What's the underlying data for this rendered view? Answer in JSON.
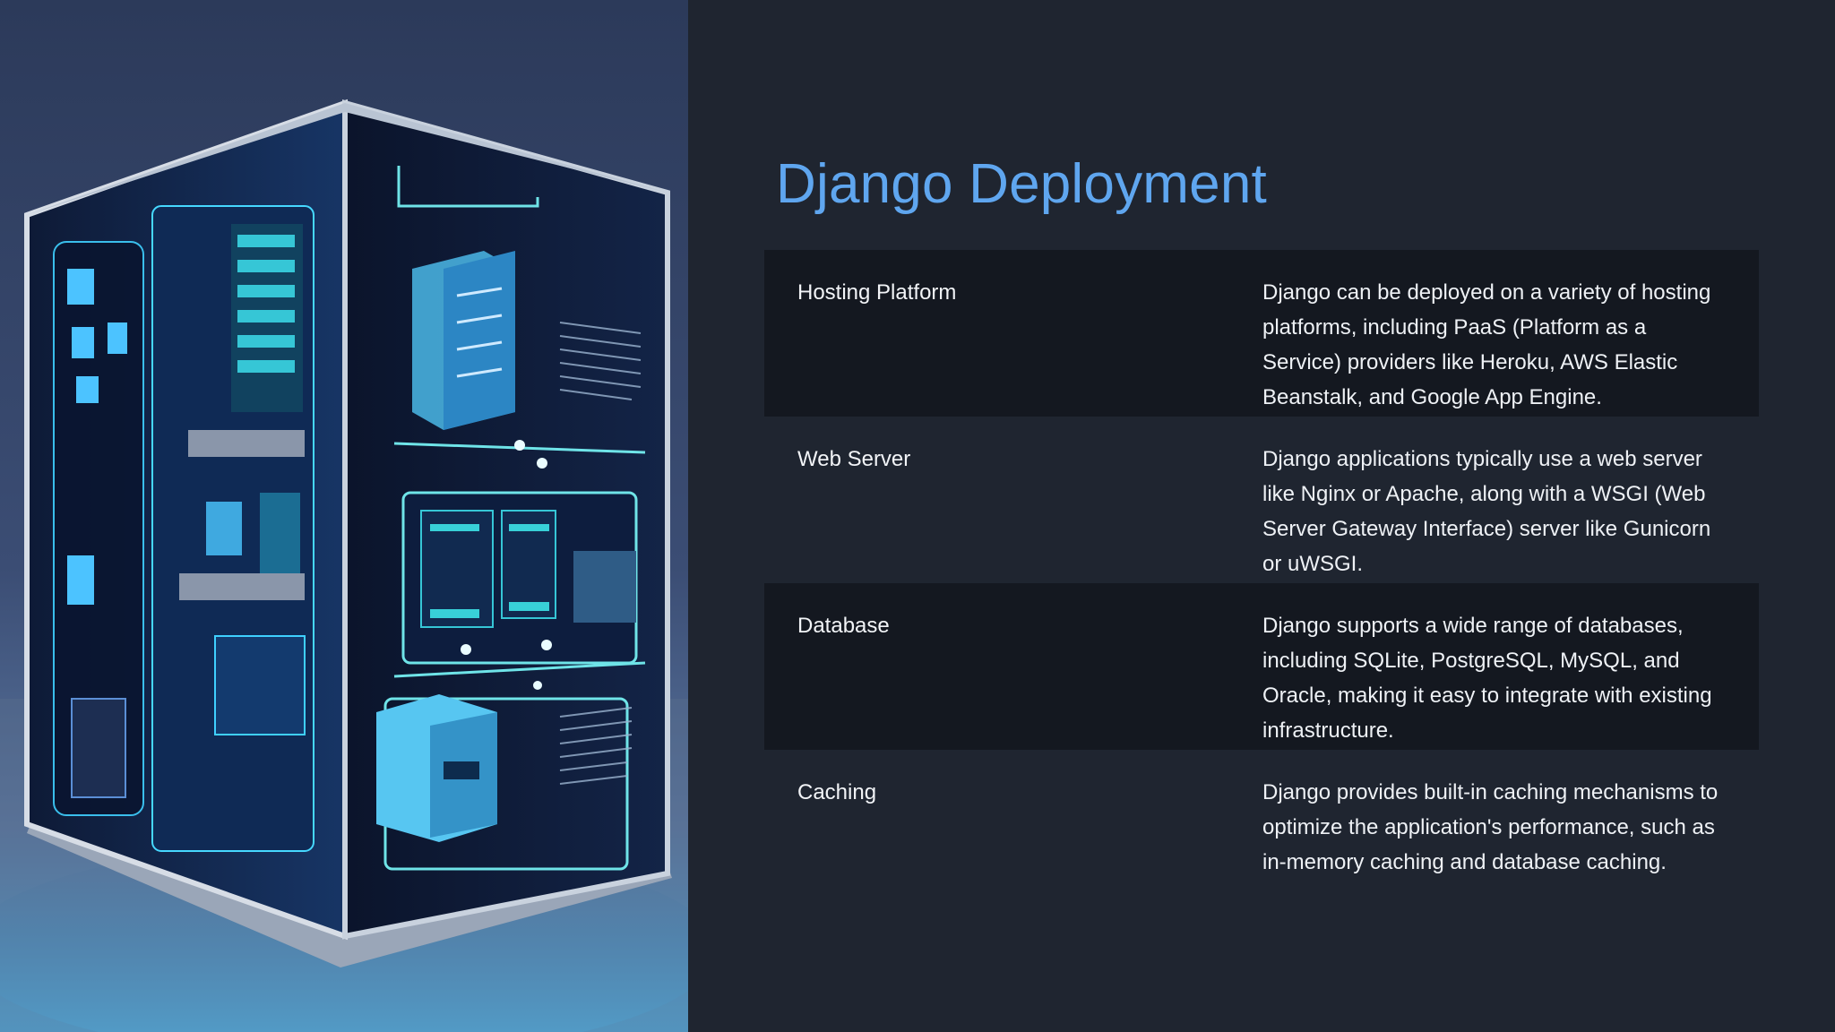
{
  "slide": {
    "title": "Django Deployment",
    "hero_image": "server-cabinet-illustration",
    "rows": [
      {
        "label": "Hosting Platform",
        "description": "Django can be deployed on a variety of hosting platforms, including PaaS (Platform as a Service) providers like Heroku, AWS Elastic Beanstalk, and Google App Engine."
      },
      {
        "label": "Web Server",
        "description": "Django applications typically use a web server like Nginx or Apache, along with a WSGI (Web Server Gateway Interface) server like Gunicorn or uWSGI."
      },
      {
        "label": "Database",
        "description": "Django supports a wide range of databases, including SQLite, PostgreSQL, MySQL, and Oracle, making it easy to integrate with existing infrastructure."
      },
      {
        "label": "Caching",
        "description": "Django provides built-in caching mechanisms to optimize the application's performance, such as in-memory caching and database caching."
      }
    ]
  },
  "colors": {
    "background": "#1f2530",
    "row_shade": "#141820",
    "title": "#5fa6ef",
    "text": "#eef1f5"
  }
}
